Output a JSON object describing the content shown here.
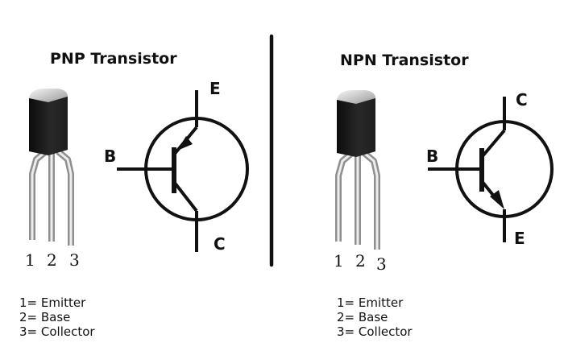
{
  "pnp": {
    "title": "PNP Transistor",
    "terminals": {
      "emitter": "E",
      "base": "B",
      "collector": "C"
    },
    "pins": [
      "1",
      "2",
      "3"
    ],
    "legend": [
      "1= Emitter",
      "2= Base",
      "3= Collector"
    ]
  },
  "npn": {
    "title": "NPN Transistor",
    "terminals": {
      "collector": "C",
      "base": "B",
      "emitter": "E"
    },
    "pins": [
      "1",
      "2",
      "3"
    ],
    "legend": [
      "1= Emitter",
      "2= Base",
      "3= Collector"
    ]
  },
  "colors": {
    "ink": "#111111",
    "lead": "#c9c9c9",
    "body": "#1c1c1c"
  }
}
